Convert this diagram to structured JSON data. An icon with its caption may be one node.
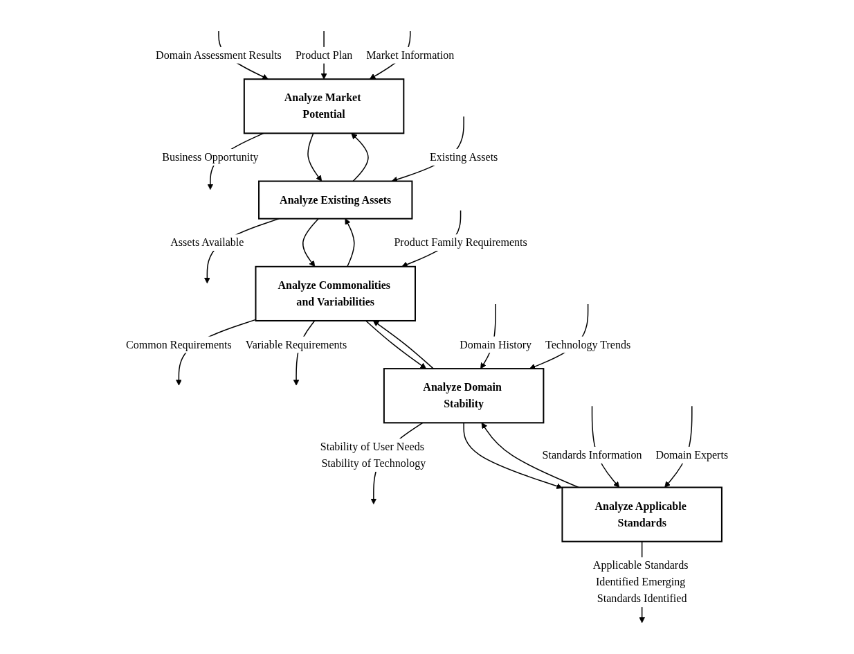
{
  "diagram": {
    "nodes": [
      {
        "text": [
          "Analyze Market Potential"
        ]
      },
      {
        "text": [
          "Analyze Existing Assets"
        ]
      },
      {
        "text": [
          "Analyze Commonalities and Variabilities"
        ]
      },
      {
        "text": [
          "Analyze Domain Stability"
        ]
      },
      {
        "text": [
          "Analyze Applicable Standards"
        ]
      }
    ],
    "edges": [
      {
        "from": null,
        "to": 0,
        "arrow": "to",
        "label": "Domain Assessment Results"
      },
      {
        "from": null,
        "to": 0,
        "arrow": "to",
        "label": "Product Plan"
      },
      {
        "from": null,
        "to": 0,
        "arrow": "to",
        "label": "Market Information"
      },
      {
        "from": 0,
        "to": null,
        "arrow": "to",
        "label": "Business Opportunity"
      },
      {
        "from": 0,
        "to": 1,
        "arrow": "to"
      },
      {
        "from": 1,
        "to": 0,
        "arrow": "to"
      },
      {
        "from": null,
        "to": 1,
        "arrow": "to",
        "label": "Existing Assets"
      },
      {
        "from": 1,
        "to": null,
        "arrow": "to",
        "label": "Assets Available"
      },
      {
        "from": 1,
        "to": 2,
        "arrow": "to"
      },
      {
        "from": 2,
        "to": 1,
        "arrow": "to"
      },
      {
        "from": null,
        "to": 2,
        "arrow": "to",
        "label": "Product Family Requirements"
      },
      {
        "from": 2,
        "to": null,
        "arrow": "to",
        "label": "Common Requirements"
      },
      {
        "from": 2,
        "to": null,
        "arrow": "to",
        "label": "Variable Requirements"
      },
      {
        "from": 2,
        "to": 3,
        "arrow": "to"
      },
      {
        "from": 3,
        "to": 2,
        "arrow": "to"
      },
      {
        "from": null,
        "to": 3,
        "arrow": "to",
        "label": "Domain History"
      },
      {
        "from": null,
        "to": 3,
        "arrow": "to",
        "label": "Technology Trends"
      },
      {
        "from": 3,
        "to": null,
        "arrow": "to",
        "label": "Stability of User Needs Stability of Technology"
      },
      {
        "from": 3,
        "to": 4,
        "arrow": "to"
      },
      {
        "from": 4,
        "to": 3,
        "arrow": "to"
      },
      {
        "from": null,
        "to": 4,
        "arrow": "to",
        "label": "Standards Information"
      },
      {
        "from": 4,
        "to": null,
        "arrow": "to",
        "label": "Applicable Standards Identified Emerging Standards Identified"
      },
      {
        "from": null,
        "to": 4,
        "arrow": "to",
        "label": "Domain Experts"
      }
    ]
  }
}
